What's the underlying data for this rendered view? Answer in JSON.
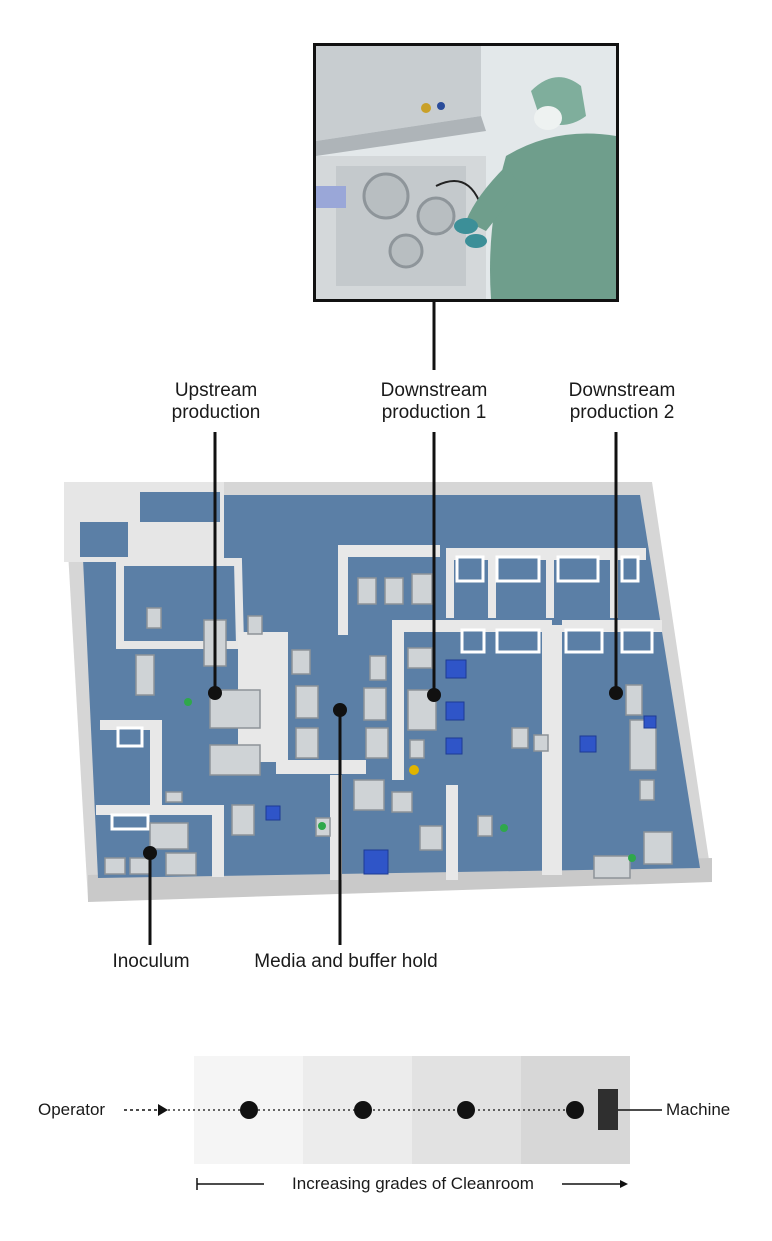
{
  "labels": {
    "upstream_line1": "Upstream",
    "upstream_line2": "production",
    "downstream1_line1": "Downstream",
    "downstream1_line2": "production 1",
    "downstream2_line1": "Downstream",
    "downstream2_line2": "production 2",
    "inoculum": "Inoculum",
    "media_buffer": "Media and buffer hold"
  },
  "legend": {
    "operator": "Operator",
    "machine": "Machine",
    "caption": "Increasing grades of Cleanroom",
    "grade_colors": [
      "#f5f5f5",
      "#ececec",
      "#e2e2e2",
      "#d7d7d7"
    ]
  },
  "colors": {
    "floor": "#5b7fa6",
    "wall": "#e6e6e6",
    "wall_shade": "#c9c9c9",
    "line": "#111111",
    "equipment_blue": "#2f55c8"
  }
}
